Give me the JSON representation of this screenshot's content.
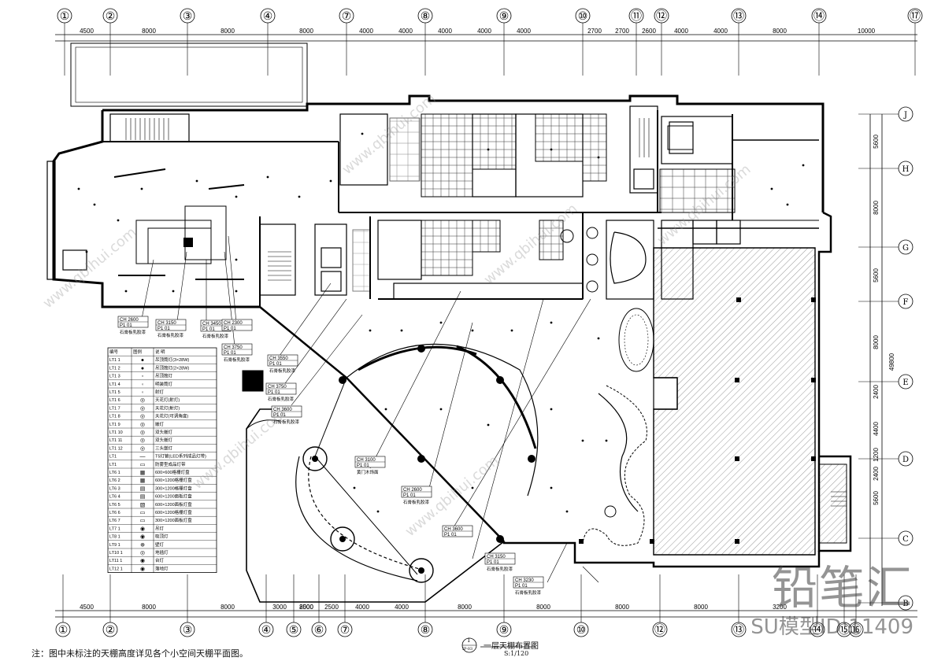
{
  "drawing_title": "一层天棚布置图",
  "drawing_number": "1",
  "drawing_ref": "IP-03",
  "scale": "S:1/120",
  "note": "注：图中未标注的天棚高度详见各个小空间天棚平面图。",
  "watermark": {
    "logo": "铅笔汇",
    "model_id": "SU模型ID:11409",
    "url": "www.qbihui.com"
  },
  "grid_top": [
    "①",
    "②",
    "③",
    "④",
    "⑦",
    "⑧",
    "⑨",
    "⑩",
    "⑪",
    "⑫",
    "⑬",
    "⑭",
    "⑰"
  ],
  "grid_bottom": [
    "①",
    "②",
    "③",
    "④",
    "⑤",
    "⑥",
    "⑦",
    "⑧",
    "⑨",
    "⑩",
    "⑫",
    "⑬",
    "⑭",
    "⑮",
    "⑯"
  ],
  "grid_right": [
    "J",
    "H",
    "G",
    "F",
    "E",
    "D",
    "C",
    "B"
  ],
  "dims_top": [
    "4500",
    "8000",
    "8000",
    "8000",
    "4000",
    "4000",
    "4000",
    "4000",
    "4000",
    "2700",
    "2700",
    "2600",
    "4000",
    "4000",
    "8000",
    "10000"
  ],
  "dims_bottom": [
    "4500",
    "8000",
    "8000",
    "8000",
    "3000",
    "2500",
    "2500",
    "4000",
    "4000",
    "8000",
    "8000",
    "8000",
    "8000",
    "3200"
  ],
  "dims_right": [
    "5600",
    "8000",
    "5600",
    "8000",
    "2400",
    "4400",
    "1200",
    "2400",
    "5600"
  ],
  "dim_total_right": "49800",
  "tags": [
    {
      "ch": "CH 2600",
      "p": "P1 01",
      "text": "石膏板乳胶漆"
    },
    {
      "ch": "CH 3150",
      "p": "P1 01",
      "text": "石膏板乳胶漆"
    },
    {
      "ch": "CH 3450",
      "p": "P1 01",
      "text": "石膏板乳胶漆"
    },
    {
      "ch": "CH 2300",
      "p": "P1 01",
      "text": ""
    },
    {
      "ch": "CH 3750",
      "p": "P1 01",
      "text": "石膏板乳胶漆"
    },
    {
      "ch": "CH 3550",
      "p": "P1 01",
      "text": "石膏板乳胶漆"
    },
    {
      "ch": "CH 3750",
      "p": "P1 01",
      "text": "石膏板乳胶漆"
    },
    {
      "ch": "CH 3600",
      "p": "P1 01",
      "text": "石膏板乳胶漆"
    },
    {
      "ch": "CH 3100",
      "p": "P1 01",
      "text": "黄门木饰面"
    },
    {
      "ch": "CH 2600",
      "p": "P1 01",
      "text": "石膏板乳胶漆"
    },
    {
      "ch": "CH 3600",
      "p": "P1 01",
      "text": ""
    },
    {
      "ch": "CH 3150",
      "p": "P1 01",
      "text": "石膏板乳胶漆"
    },
    {
      "ch": "CH 3230",
      "p": "P1 01",
      "text": "石膏板乳胶漆"
    }
  ],
  "legend": {
    "headers": [
      "编号",
      "图例",
      "说 明"
    ],
    "rows": [
      [
        "LT1 1",
        "●",
        "吊顶筒灯(3×28W)"
      ],
      [
        "LT1 2",
        "●",
        "吊顶筒灯(2×28W)"
      ],
      [
        "LT1 3",
        "◦",
        "吊顶筒灯"
      ],
      [
        "LT1 4",
        "◦",
        "明装筒灯"
      ],
      [
        "LT1 5",
        "◦",
        "射灯"
      ],
      [
        "LT1 6",
        "◎",
        "天花灯(射灯)"
      ],
      [
        "LT1 7",
        "◎",
        "天花灯(射灯)"
      ],
      [
        "LT1 8",
        "◎",
        "天花灯(可调角度)"
      ],
      [
        "LT1 9",
        "◎",
        "嵌灯"
      ],
      [
        "LT1 10",
        "◎",
        "双头嵌灯"
      ],
      [
        "LT1 11",
        "◎",
        "双头嵌灯"
      ],
      [
        "LT1 12",
        "◎",
        "三头嵌灯"
      ],
      [
        "LT1",
        "—",
        "T5灯管(LED系列成品灯带)"
      ],
      [
        "LT1",
        "▭",
        "防雾型成品灯带"
      ],
      [
        "LT6 1",
        "▦",
        "600×600格栅灯盘"
      ],
      [
        "LT6 2",
        "▦",
        "600×1200格栅灯盘"
      ],
      [
        "LT6 3",
        "▤",
        "300×1200格栅灯盘"
      ],
      [
        "LT6 4",
        "▤",
        "600×1200面板灯盘"
      ],
      [
        "LT6 5",
        "▧",
        "600×1200面板灯盘"
      ],
      [
        "LT6 6",
        "▭",
        "600×1200格栅灯盘"
      ],
      [
        "LT6 7",
        "▭",
        "300×1200面板灯盘"
      ],
      [
        "LT7 1",
        "◉",
        "吊灯"
      ],
      [
        "LT8 1",
        "◉",
        "吸顶灯"
      ],
      [
        "LT9 1",
        "⊕",
        "壁灯"
      ],
      [
        "LT10 1",
        "◎",
        "地插灯"
      ],
      [
        "LT11 1",
        "◉",
        "台灯"
      ],
      [
        "LT12 1",
        "◉",
        "落地灯"
      ]
    ]
  }
}
